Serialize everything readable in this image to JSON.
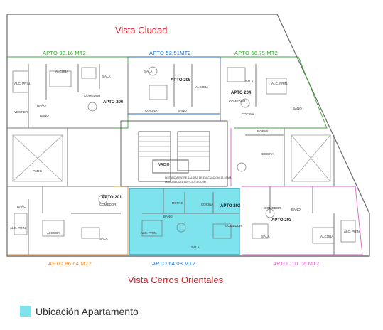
{
  "views": {
    "top": "Vista Ciudad",
    "bottom": "Vista Cerros Orientales"
  },
  "apartments": {
    "apto206": {
      "area_label": "APTO 90.16 MT2",
      "unit_label": "APTO 206",
      "color": "#3aaa35"
    },
    "apto205": {
      "area_label": "APTO 52.51MT2",
      "unit_label": "APTO 205",
      "color": "#1f6fd1"
    },
    "apto204": {
      "area_label": "APTO 66.75 MT2",
      "unit_label": "APTO 204",
      "color": "#3aaa35"
    },
    "apto201": {
      "area_label": "APTO 86.64 MT2",
      "unit_label": "APTO 201",
      "color": "#f28c28"
    },
    "apto202": {
      "area_label": "APTO 64.08 MT2",
      "unit_label": "APTO 202",
      "color": "#1f6fd1",
      "highlight": "#7fe3ee"
    },
    "apto203": {
      "area_label": "APTO 101.06 MT2",
      "unit_label": "APTO 203",
      "color": "#d966c9"
    }
  },
  "rooms": {
    "alcoba": "ALCOBA",
    "sala": "SALA",
    "alc_prin": "ALC. PRIN.",
    "comedor": "COMEDOR",
    "bano": "BAÑO",
    "vestier": "VESTIER",
    "cocina": "COCINA",
    "ropas": "ROPAS",
    "patio": "PATIO",
    "vacio": "VACIO"
  },
  "core_note": {
    "line1": "DISTANCIA ENTRE SALIDAS DE EVACUACION: 15.30 MT",
    "line2": "DIAGONAL DEL EDIFICIO: 39.40 MT"
  },
  "legend": {
    "label": "Ubicación Apartamento",
    "color": "#7fe3ee"
  },
  "colors": {
    "title_red": "#d9202a",
    "wall": "#6b6b6b",
    "wall_light": "#9a9a9a"
  }
}
